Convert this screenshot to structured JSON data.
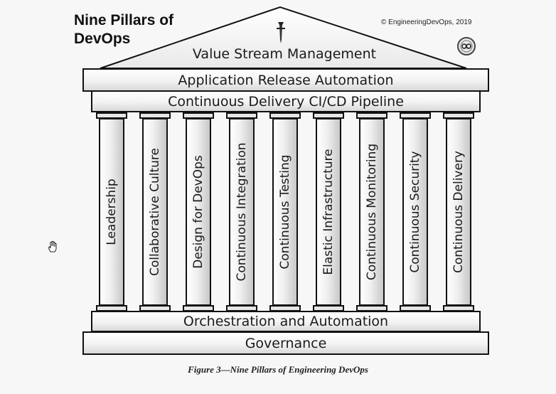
{
  "title": {
    "line1": "Nine Pillars of",
    "line2": "DevOps"
  },
  "copyright": "© EngineeringDevOps, 2019",
  "roof": {
    "label": "Value Stream Management"
  },
  "entablature": {
    "top": "Application Release Automation",
    "bottom": "Continuous Delivery CI/CD Pipeline"
  },
  "pillars": [
    "Leadership",
    "Collaborative Culture",
    "Design for DevOps",
    "Continuous Integration",
    "Continuous Testing",
    "Elastic Infrastructure",
    "Continuous Monitoring",
    "Continuous Security",
    "Continuous Delivery"
  ],
  "foundation": {
    "top": "Orchestration and Automation",
    "bottom": "Governance"
  },
  "caption": "Figure 3—Nine Pillars of Engineering DevOps",
  "icons": [
    "tie-icon",
    "infinity-badge-icon",
    "hand-cursor-icon"
  ]
}
